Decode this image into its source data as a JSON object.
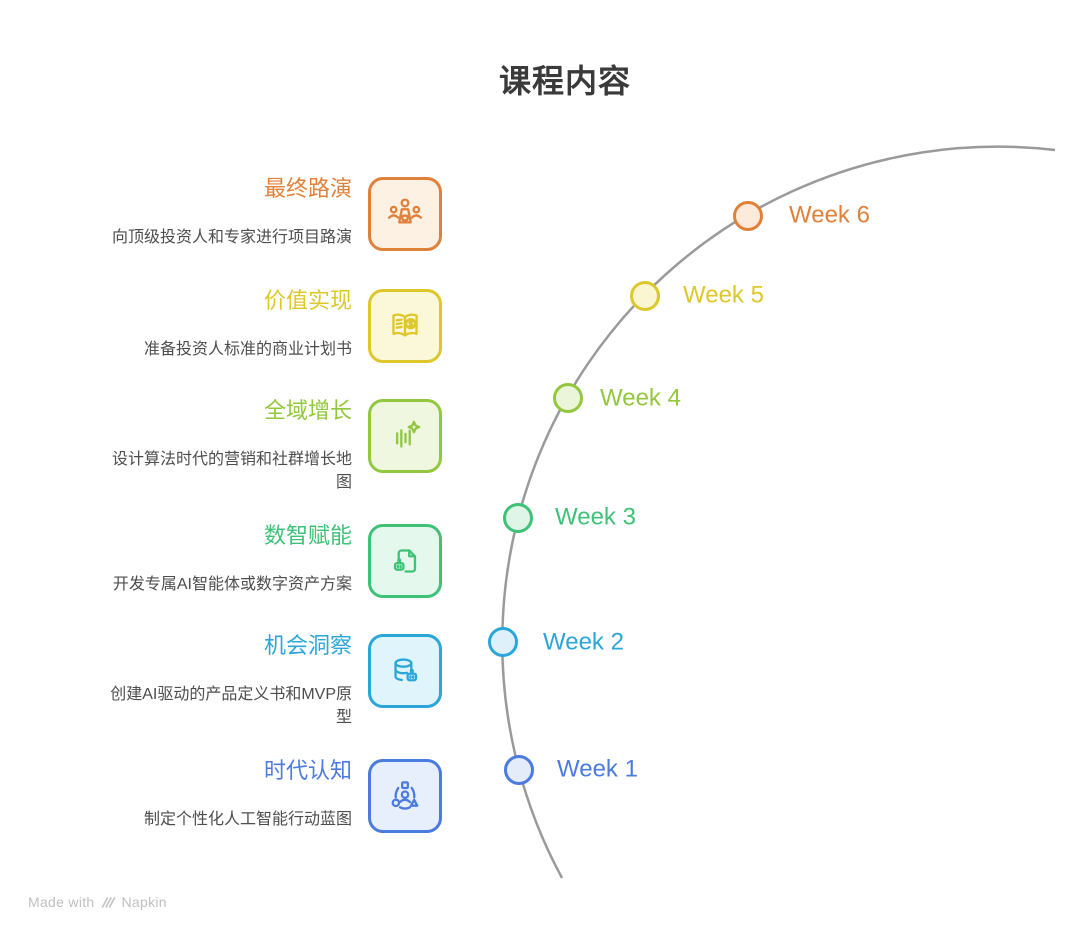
{
  "title": "课程内容",
  "items": [
    {
      "label": "最终路演",
      "desc": "向顶级投资人和专家进行项目路演",
      "color": "#e0813a",
      "bg": "#fdf1e4",
      "icon": "presentation-icon"
    },
    {
      "label": "价值实现",
      "desc": "准备投资人标准的商业计划书",
      "color": "#ddc72b",
      "bg": "#fbf8da",
      "icon": "book-dollar-icon"
    },
    {
      "label": "全域增长",
      "desc": "设计算法时代的营销和社群增长地图",
      "color": "#92c73e",
      "bg": "#f0f7e1",
      "icon": "chart-sparkle-icon"
    },
    {
      "label": "数智赋能",
      "desc": "开发专属AI智能体或数字资产方案",
      "color": "#3fc278",
      "bg": "#e4f8ed",
      "icon": "document-robot-icon"
    },
    {
      "label": "机会洞察",
      "desc": "创建AI驱动的产品定义书和MVP原型",
      "color": "#2ba6d9",
      "bg": "#e0f4fb",
      "icon": "database-robot-icon"
    },
    {
      "label": "时代认知",
      "desc": "制定个性化人工智能行动蓝图",
      "color": "#4c7bdf",
      "bg": "#e8effc",
      "icon": "person-network-icon"
    }
  ],
  "timeline": [
    {
      "label": "Week 1",
      "color": "#4c7bdf",
      "node_fill": "#e4ecfa"
    },
    {
      "label": "Week 2",
      "color": "#2ba6d9",
      "node_fill": "#def1fa"
    },
    {
      "label": "Week 3",
      "color": "#3fc278",
      "node_fill": "#def5e7"
    },
    {
      "label": "Week 4",
      "color": "#92c73e",
      "node_fill": "#ebf5d9"
    },
    {
      "label": "Week 5",
      "color": "#ddc72b",
      "node_fill": "#faf6d2"
    },
    {
      "label": "Week 6",
      "color": "#e0813a",
      "node_fill": "#fceadb"
    }
  ],
  "footer": {
    "text_prefix": "Made with",
    "brand": "Napkin"
  }
}
